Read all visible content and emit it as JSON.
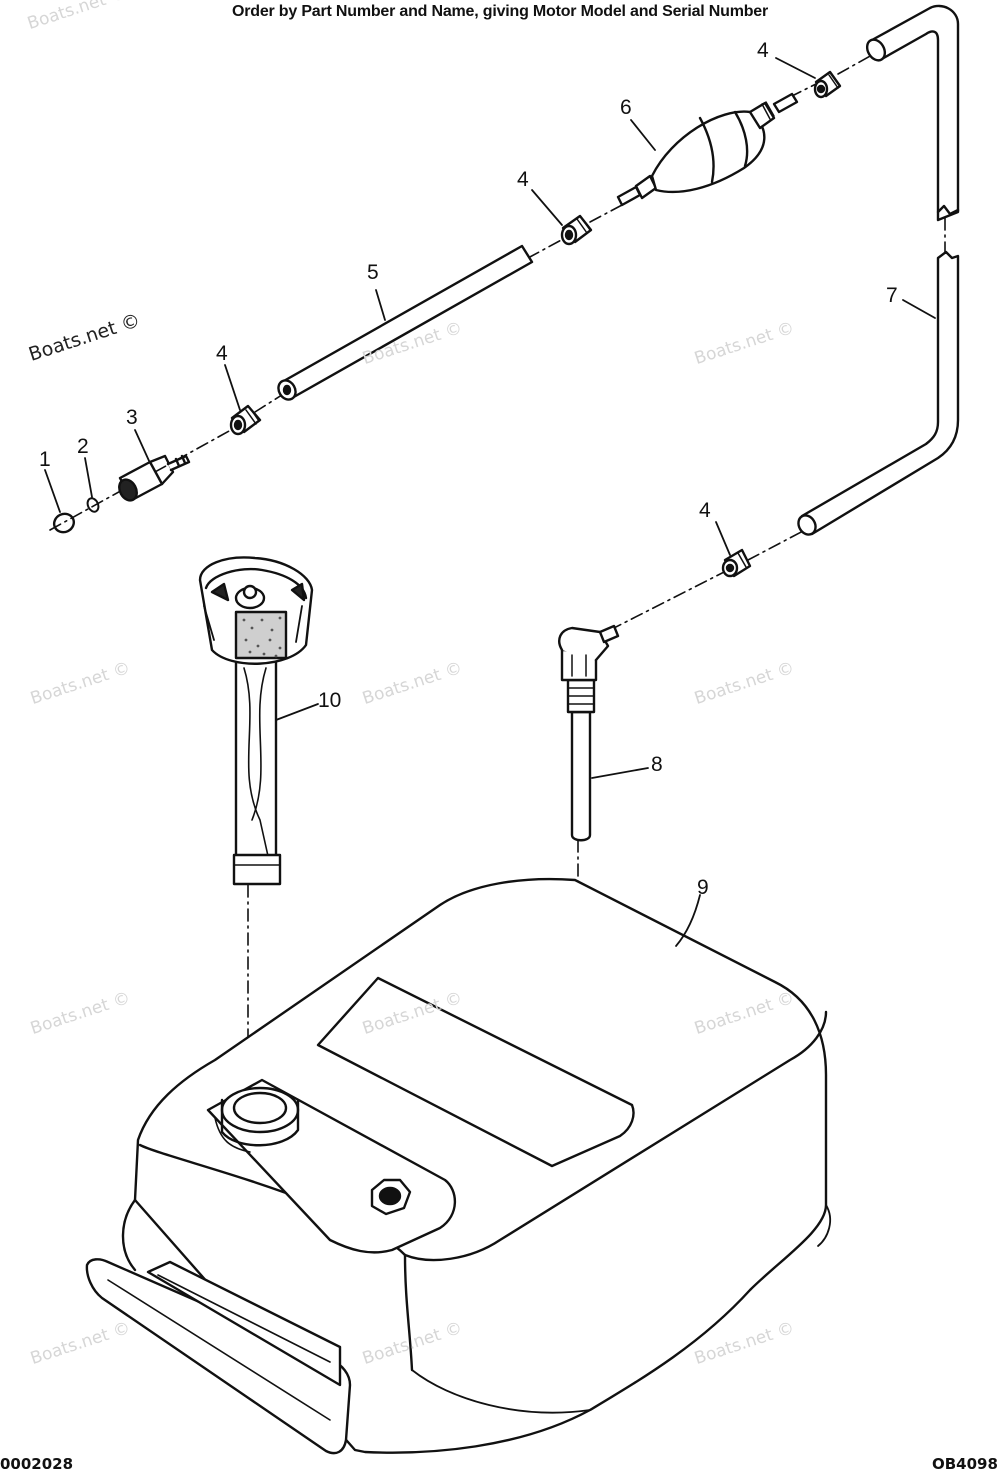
{
  "header": {
    "instruction": "Order by Part Number and Name, giving Motor Model and Serial Number"
  },
  "footer": {
    "left_code": "0002028",
    "right_code": "OB4098"
  },
  "watermark": {
    "text": "Boats.net ©"
  },
  "callouts": {
    "c1": "1",
    "c2": "2",
    "c3": "3",
    "c4a": "4",
    "c4b": "4",
    "c4c": "4",
    "c4d": "4",
    "c5": "5",
    "c6": "6",
    "c7": "7",
    "c8": "8",
    "c9": "9",
    "c10": "10"
  },
  "colors": {
    "ink": "#111111",
    "watermark": "#d6d6d6",
    "paper": "#ffffff"
  }
}
